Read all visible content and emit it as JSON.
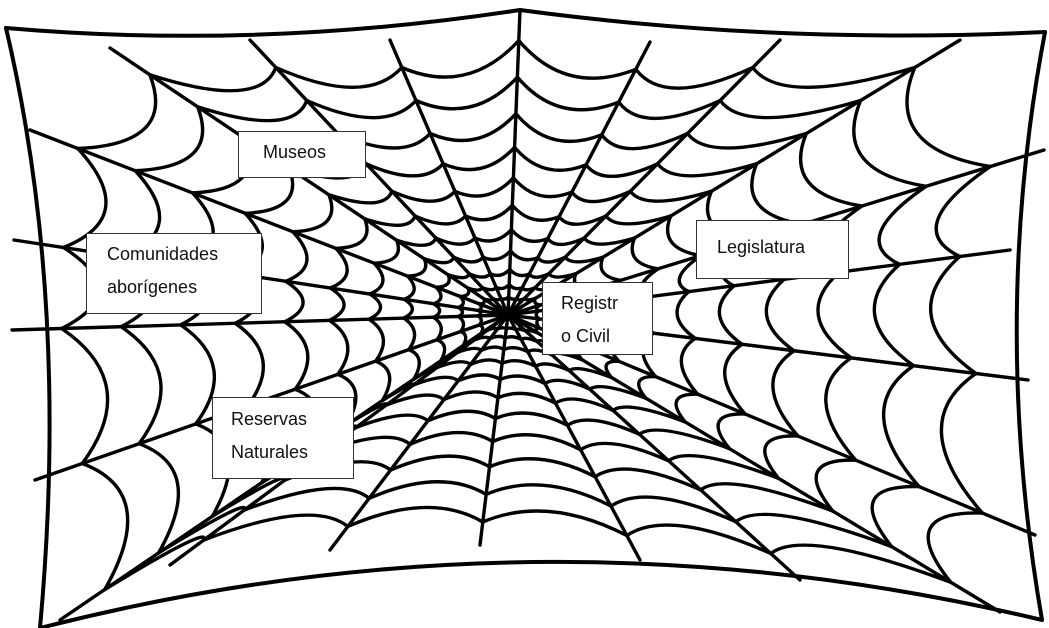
{
  "labels": {
    "museos": "Museos",
    "comunidades": "Comunidades\naborígenes",
    "legislatura": "Legislatura",
    "registro": "Registr\no Civil",
    "reservas": "Reservas\nNaturales"
  },
  "colors": {
    "ink": "#000000",
    "background": "#ffffff",
    "box_border": "#333333"
  }
}
